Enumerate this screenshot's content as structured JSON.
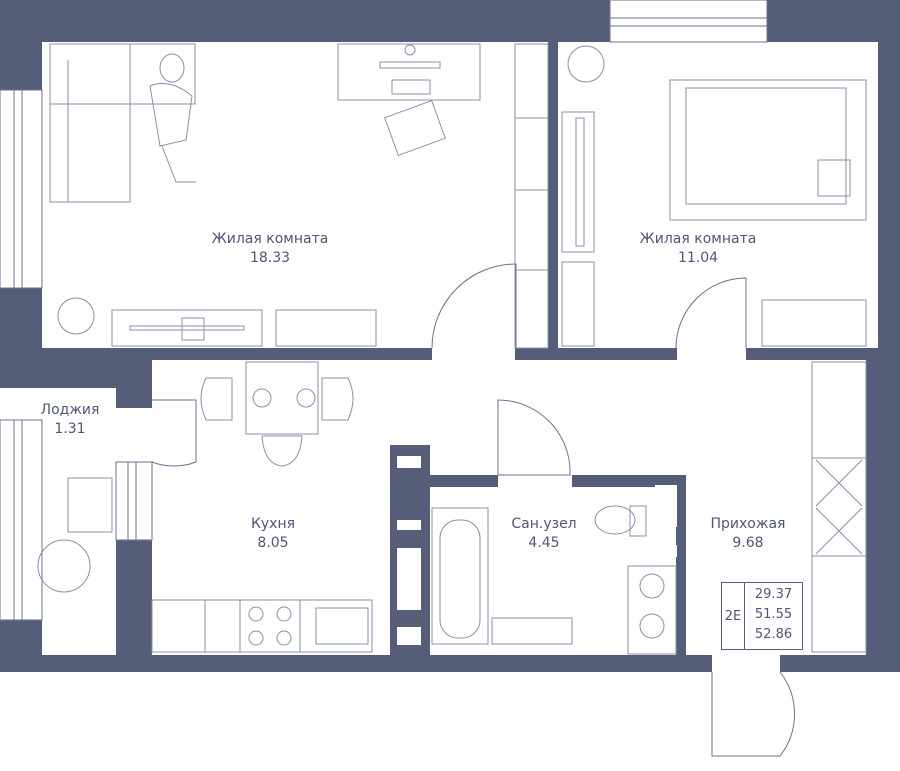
{
  "rooms": {
    "living1": {
      "name": "Жилая комната",
      "area": "18.33"
    },
    "living2": {
      "name": "Жилая комната",
      "area": "11.04"
    },
    "loggia": {
      "name": "Лоджия",
      "area": "1.31"
    },
    "kitchen": {
      "name": "Кухня",
      "area": "8.05"
    },
    "bathroom": {
      "name": "Сан.узел",
      "area": "4.45"
    },
    "hallway": {
      "name": "Прихожая",
      "area": "9.68"
    }
  },
  "summary": {
    "type": "2E",
    "living_area": "29.37",
    "total_area": "51.55",
    "total_with_loggia": "52.86"
  },
  "colors": {
    "wall": "#565d78",
    "line": "#6c7290",
    "background": "#ffffff"
  }
}
